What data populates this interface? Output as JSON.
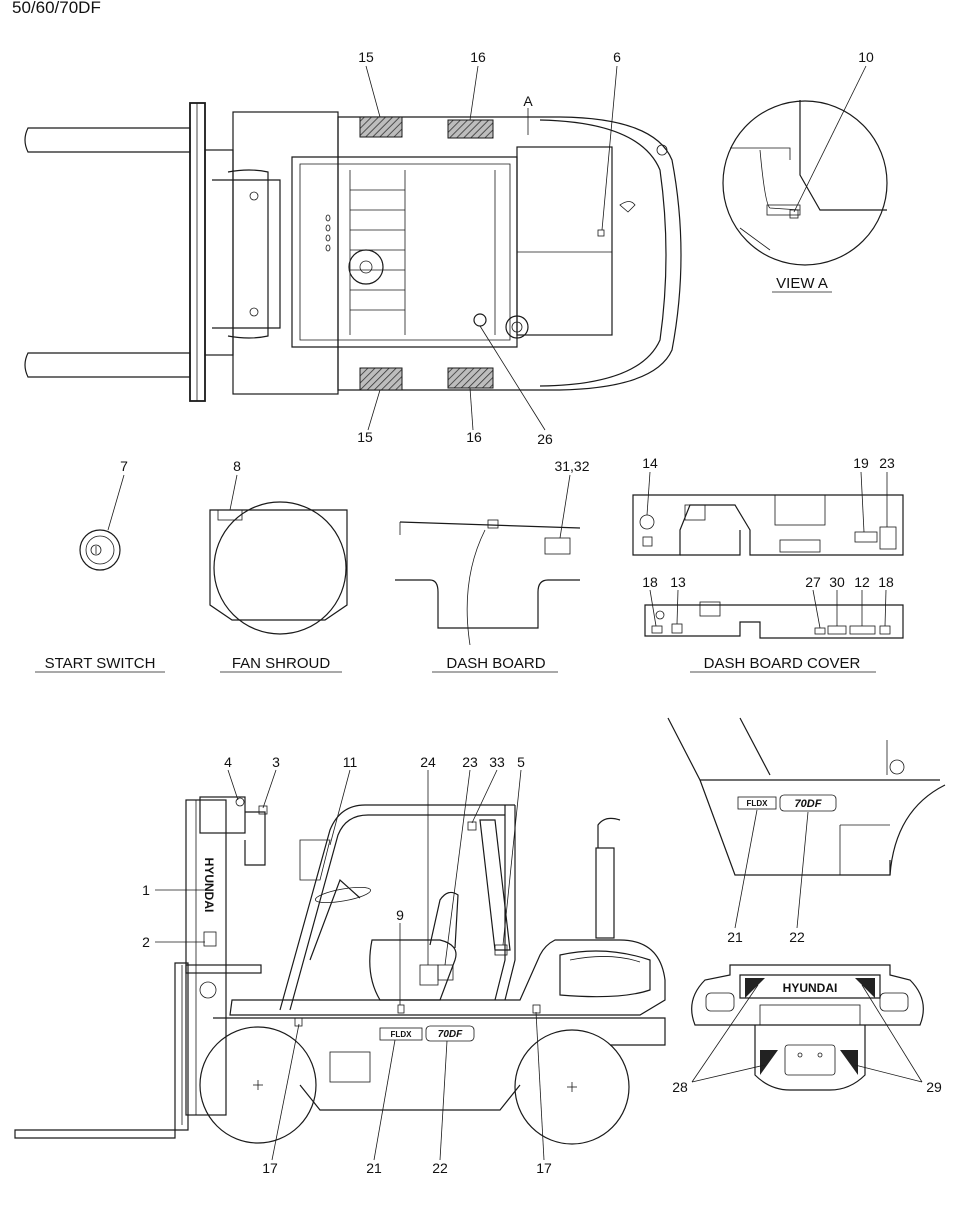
{
  "header": {
    "model": "50/60/70DF"
  },
  "top_view": {
    "callouts": {
      "c15a": "15",
      "c16a": "16",
      "c6": "6",
      "cA": "A",
      "c15b": "15",
      "c16b": "16",
      "c26": "26"
    }
  },
  "view_a": {
    "title": "VIEW A",
    "callout": "10"
  },
  "start_switch": {
    "title": "START SWITCH",
    "callout": "7"
  },
  "fan_shroud": {
    "title": "FAN SHROUD",
    "callout": "8"
  },
  "dash_board": {
    "title": "DASH BOARD",
    "callout": "31,32"
  },
  "dash_board_cover": {
    "title": "DASH BOARD COVER",
    "callouts": {
      "c14": "14",
      "c19": "19",
      "c23": "23",
      "c18a": "18",
      "c13": "13",
      "c27": "27",
      "c30": "30",
      "c12": "12",
      "c18b": "18"
    }
  },
  "side_view": {
    "callouts": {
      "c4": "4",
      "c3": "3",
      "c11": "11",
      "c24": "24",
      "c23": "23",
      "c33": "33",
      "c5": "5",
      "c1": "1",
      "c2": "2",
      "c9": "9",
      "c17a": "17",
      "c21": "21",
      "c22": "22",
      "c17b": "17"
    },
    "mast_brand": "HYUNDAI",
    "decal_series": "FLDX",
    "decal_model": "70DF"
  },
  "detail_side": {
    "callouts": {
      "c21": "21",
      "c22": "22"
    },
    "decal_series": "FLDX",
    "decal_model": "70DF"
  },
  "rear_view": {
    "callouts": {
      "c28": "28",
      "c29": "29"
    },
    "brand": "HYUNDAI"
  }
}
